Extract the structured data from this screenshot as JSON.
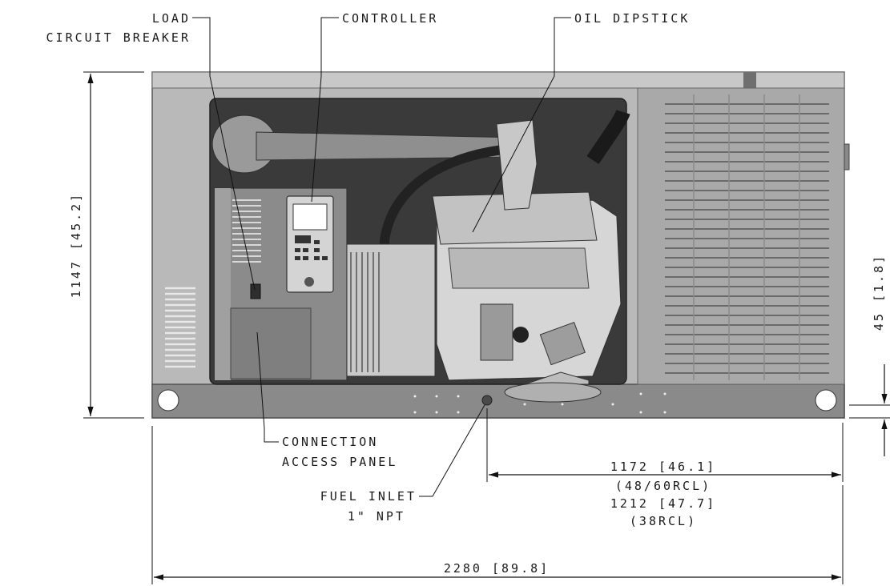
{
  "callouts": {
    "load_circuit_breaker": [
      "LOAD",
      "CIRCUIT BREAKER"
    ],
    "controller": "CONTROLLER",
    "oil_dipstick": "OIL DIPSTICK",
    "connection_access_panel": [
      "CONNECTION",
      "ACCESS PANEL"
    ],
    "fuel_inlet": [
      "FUEL INLET",
      "1\" NPT"
    ]
  },
  "dimensions": {
    "overall_height": "1147 [45.2]",
    "inlet_height": "45 [1.8]",
    "overall_width": "2280 [89.8]",
    "inlet_offset_a": "1172 [46.1]",
    "inlet_offset_a_models": "(48/60RCL)",
    "inlet_offset_b": "1212 [47.7]",
    "inlet_offset_b_models": "(38RCL)"
  }
}
